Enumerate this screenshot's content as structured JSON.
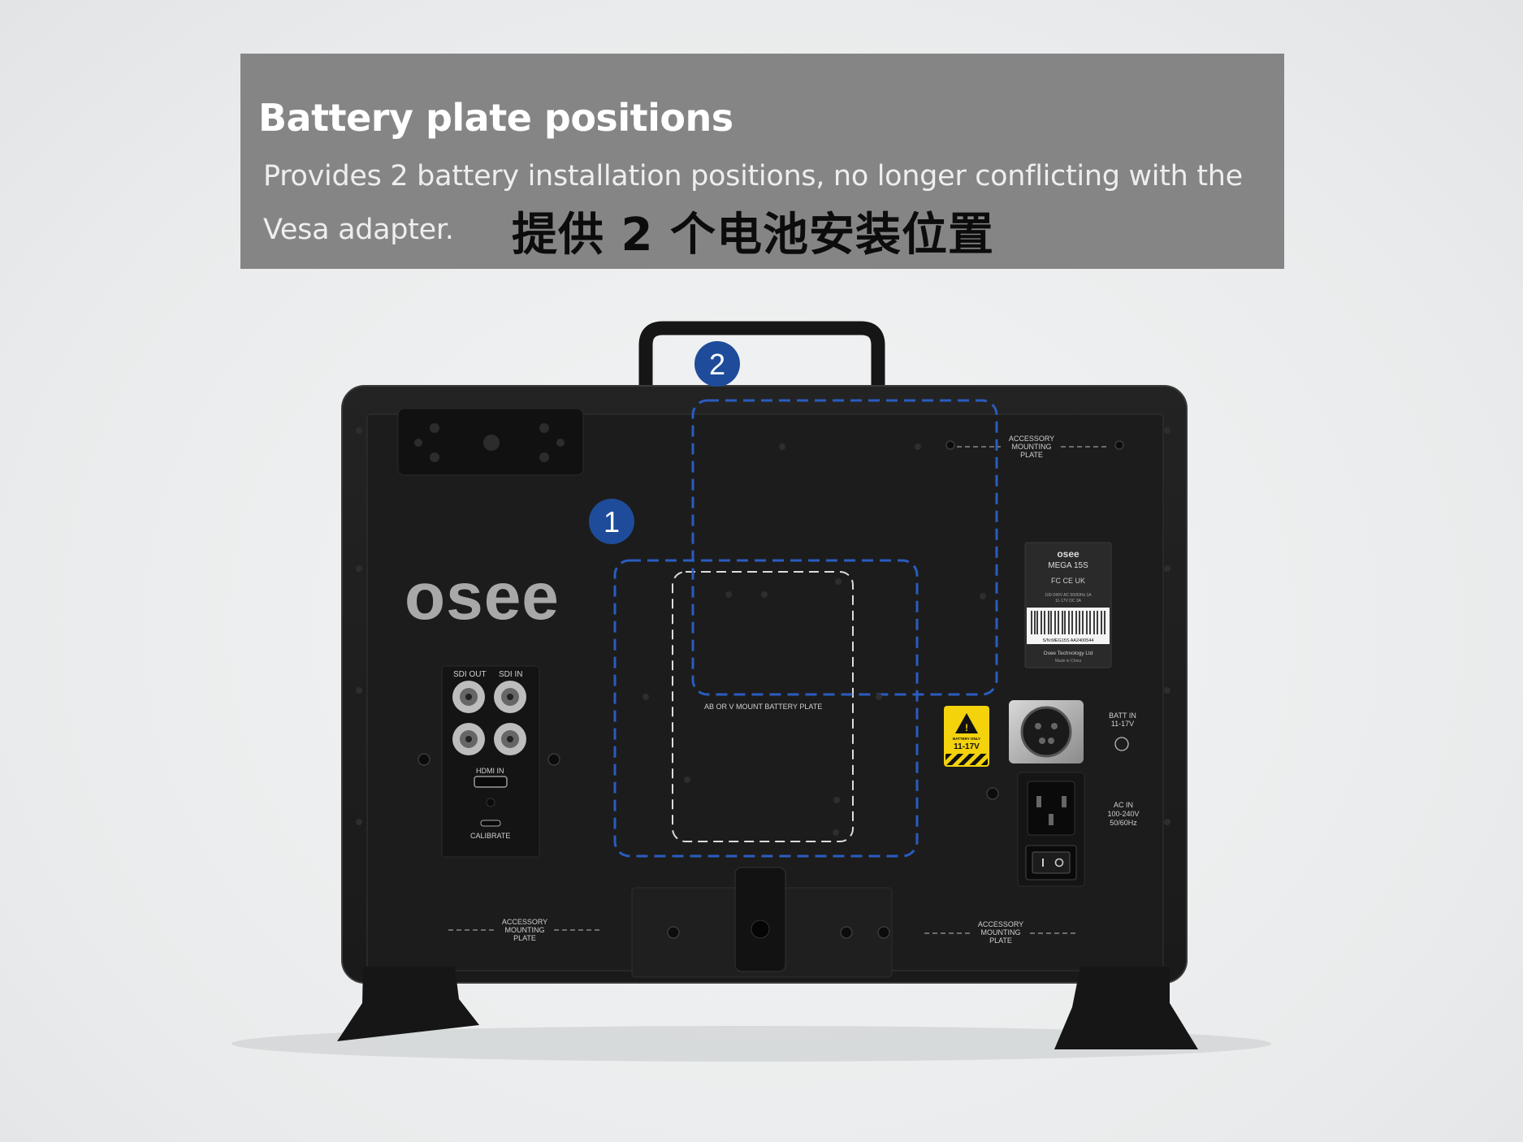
{
  "banner": {
    "title": "Battery plate positions",
    "description": "Provides 2 battery installation positions, no longer conflicting with the Vesa adapter.",
    "description_zh": "提供 2 个电池安装位置"
  },
  "markers": [
    {
      "number": "1"
    },
    {
      "number": "2"
    }
  ],
  "device": {
    "logo": "osee",
    "sdi_out": "SDI OUT",
    "sdi_in": "SDI IN",
    "hdmi_in": "HDMI IN",
    "calibrate": "CALIBRATE",
    "battery_plate_label": "AB OR V MOUNT BATTERY PLATE",
    "accessory_line1": "ACCESSORY",
    "accessory_line2": "MOUNTING",
    "accessory_line3": "PLATE",
    "label_brand": "osee",
    "label_model": "MEGA 15S",
    "label_certs": "FC CE UK",
    "label_power": "100-240V AC 50/60Hz 1A",
    "label_dc": "11-17V DC 3A",
    "label_serial": "S/N:MEG15S AA2400544",
    "label_company": "Osee Technology Ltd",
    "label_origin": "Made in China",
    "warn_line1": "BATTERY ONLY",
    "warn_voltage": "11-17V",
    "batt_in": "BATT IN",
    "batt_volt": "11-17V",
    "ac_in": "AC IN",
    "ac_volt": "100-240V",
    "ac_freq": "50/60Hz",
    "num_1": "1",
    "num_2": "2"
  },
  "colors": {
    "banner_bg": "#858586",
    "marker_blue": "#1e4c9a",
    "dash_blue": "#2a5cc0",
    "warning_yellow": "#f4d20c"
  }
}
